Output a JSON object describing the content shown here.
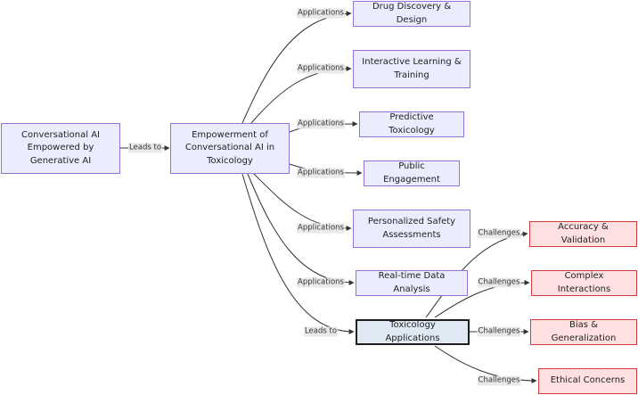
{
  "nodes": {
    "conversational_ai": "Conversational AI Empowered by Generative AI",
    "empowerment": "Empowerment of Conversational AI in Toxicology",
    "drug_discovery": "Drug Discovery & Design",
    "interactive_learning": "Interactive Learning & Training",
    "predictive_toxicology": "Predictive Toxicology",
    "public_engagement": "Public Engagement",
    "personalized_safety": "Personalized Safety Assessments",
    "realtime_data": "Real-time Data Analysis",
    "toxicology_applications": "Toxicology Applications",
    "accuracy_validation": "Accuracy & Validation",
    "complex_interactions": "Complex Interactions",
    "bias_generalization": "Bias & Generalization",
    "ethical_concerns": "Ethical Concerns"
  },
  "edge_labels": {
    "leads_to_1": "Leads to",
    "app_drug": "Applications",
    "app_learning": "Applications",
    "app_predictive": "Applications",
    "app_public": "Applications",
    "app_personal": "Applications",
    "app_realtime": "Applications",
    "leads_to_2": "Leads to",
    "ch_accuracy": "Challenges",
    "ch_complex": "Challenges",
    "ch_bias": "Challenges",
    "ch_ethical": "Challenges"
  },
  "colors": {
    "node_fill": "#ececff",
    "node_border": "#9370db",
    "challenge_fill": "#ffe0e0",
    "challenge_border": "#d23c3c",
    "central_fill": "#dfe9f3",
    "central_border": "#1f1f1f",
    "edge": "#333333"
  }
}
